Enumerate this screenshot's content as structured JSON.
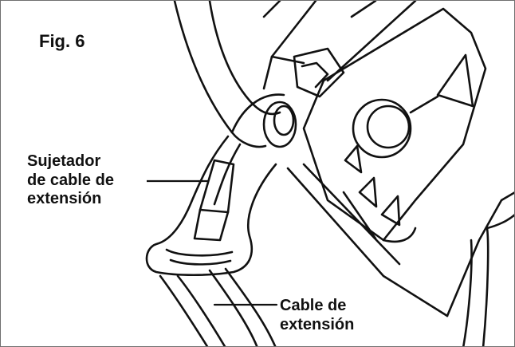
{
  "figure": {
    "number_label": "Fig. 6"
  },
  "callouts": {
    "clip": {
      "lines": [
        "Sujetador",
        "de cable de",
        "extensión"
      ]
    },
    "cable": {
      "lines": [
        "Cable de",
        "extensión"
      ]
    }
  },
  "style": {
    "line_color": "#111111",
    "background": "#ffffff"
  }
}
